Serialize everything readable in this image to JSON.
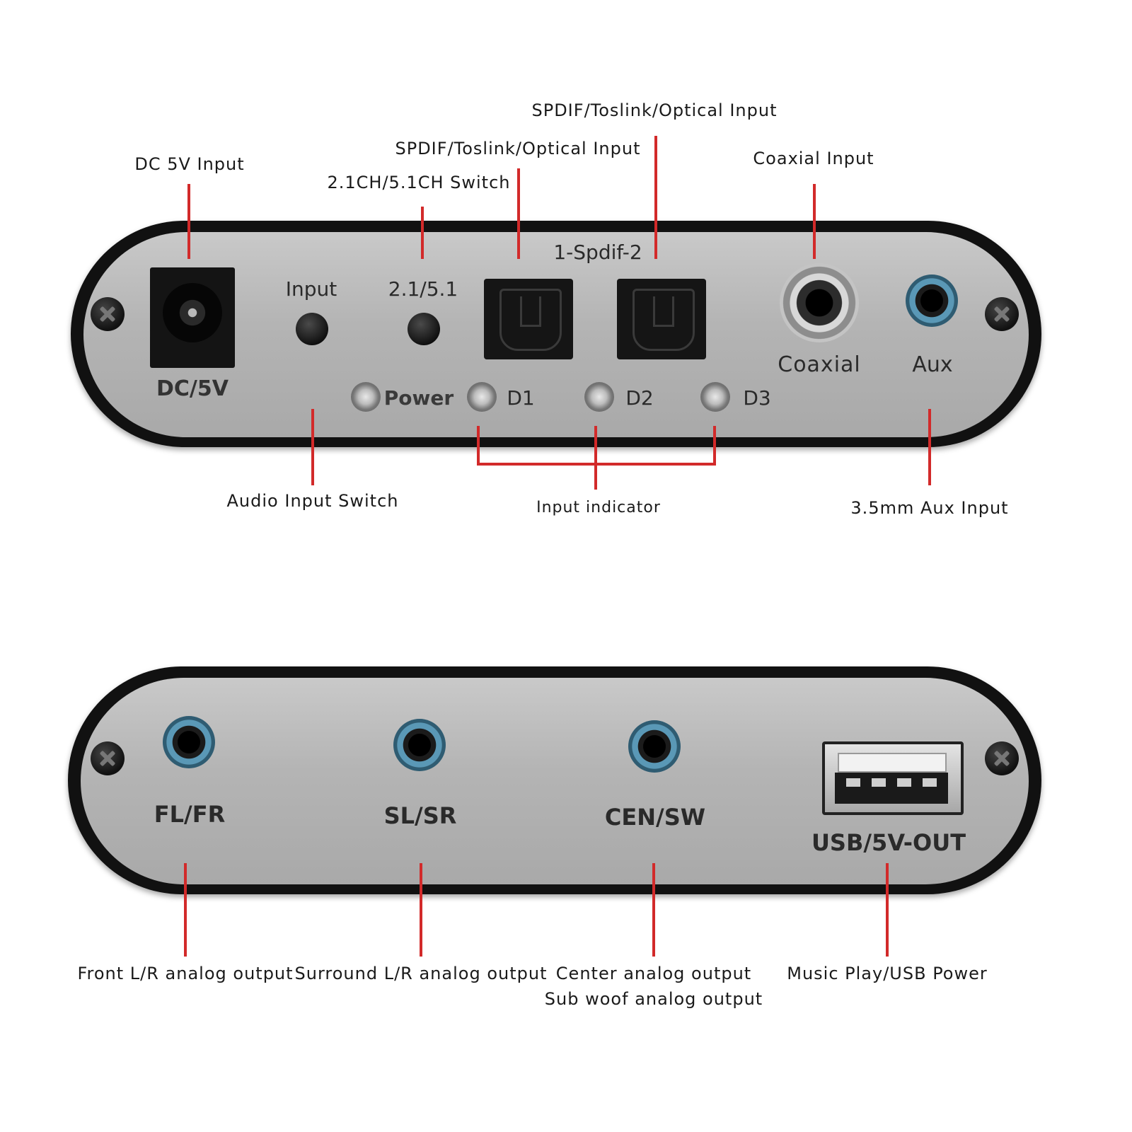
{
  "top_callouts": {
    "dc_input": "DC 5V Input",
    "channel_switch": "2.1CH/5.1CH Switch",
    "spdif_1": "SPDIF/Toslink/Optical Input",
    "spdif_2": "SPDIF/Toslink/Optical Input",
    "coaxial_input": "Coaxial Input",
    "audio_input_switch": "Audio Input Switch",
    "input_indicator": "Input indicator",
    "aux_input": "3.5mm Aux  Input"
  },
  "top_panel": {
    "dc_label": "DC/5V",
    "input_button_label": "Input",
    "switch_label": "2.1/5.1",
    "spdif_group_label": "1-Spdif-2",
    "coaxial_label": "Coaxial",
    "aux_label": "Aux",
    "power_led_label": "Power",
    "led_d1": "D1",
    "led_d2": "D2",
    "led_d3": "D3"
  },
  "bottom_panel": {
    "fl_fr": "FL/FR",
    "sl_sr": "SL/SR",
    "cen_sw": "CEN/SW",
    "usb_out": "USB/5V-OUT"
  },
  "bottom_callouts": {
    "front_output": "Front L/R analog output",
    "surround_output": "Surround L/R analog output",
    "center_output": "Center analog output",
    "subwoofer_output": "Sub woof analog output",
    "usb_power": "Music Play/USB Power"
  },
  "colors": {
    "leader_line": "#d22a2a",
    "panel_frame": "#111111",
    "plate": "#b8b8b8",
    "jack_ring": "#5a98b6"
  }
}
